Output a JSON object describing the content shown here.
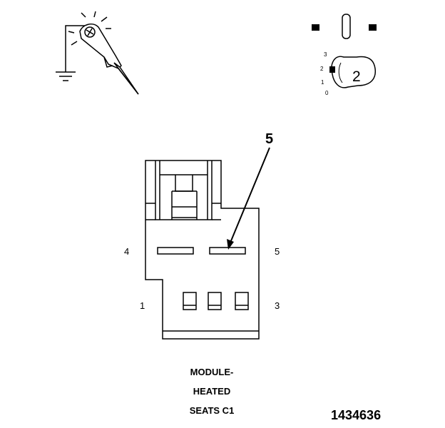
{
  "callout_label": "5",
  "pin_labels": {
    "left_top": "4",
    "right_top": "5",
    "left_bottom": "1",
    "right_bottom": "3"
  },
  "caption_lines": [
    "MODULE-",
    "HEATED",
    "SEATS C1"
  ],
  "figure_number": "1434636",
  "key_switch": {
    "position_marks": [
      "3",
      "2",
      "1",
      "0"
    ],
    "selected_position": "2"
  }
}
